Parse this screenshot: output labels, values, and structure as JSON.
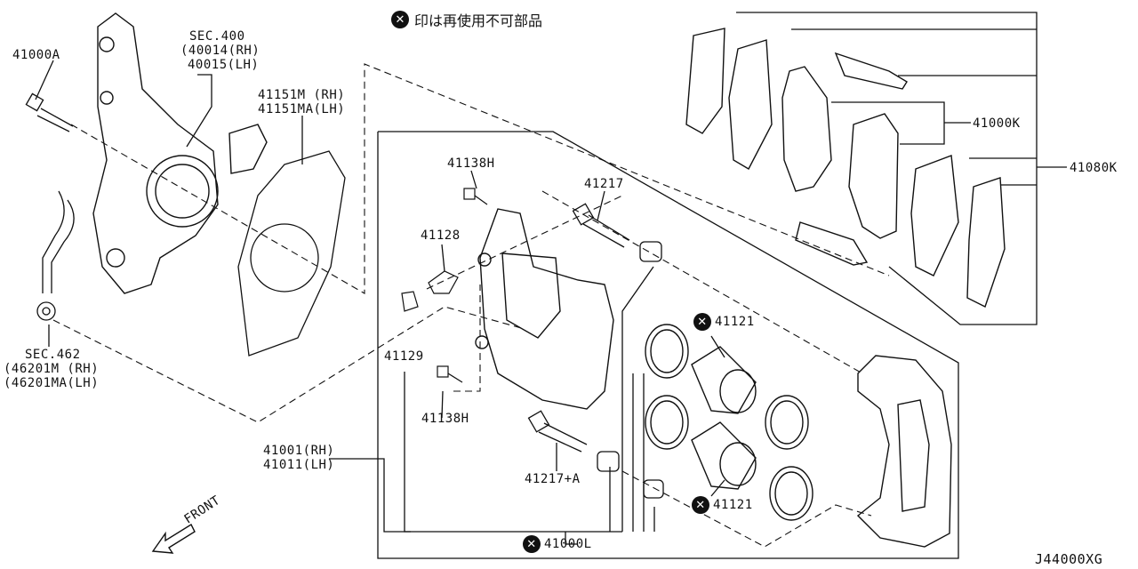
{
  "legend": {
    "mark_icon": "circled-x-icon",
    "text": "印は再使用不可部品"
  },
  "labels": {
    "p41000A": "41000A",
    "sec400": "SEC.400",
    "p40014": "(40014(RH)",
    "p40015": "40015(LH)",
    "p41151M": "41151M (RH)",
    "p41151MA": "41151MA(LH)",
    "p41138H_top": "41138H",
    "p41217": "41217",
    "p41128": "41128",
    "p41121_top": "41121",
    "p41000K": "41000K",
    "p41080K": "41080K",
    "sec462": "SEC.462",
    "p46201M": "(46201M (RH)",
    "p46201MA": "(46201MA(LH)",
    "p41129": "41129",
    "p41138H_bot": "41138H",
    "p41001": "41001(RH)",
    "p41011": "41011(LH)",
    "p41217A": "41217+A",
    "p41121_bot": "41121",
    "p41000L": "41000L",
    "front": "FRONT",
    "code": "J44000XG"
  },
  "colors": {
    "line": "#111111",
    "background": "#ffffff"
  }
}
